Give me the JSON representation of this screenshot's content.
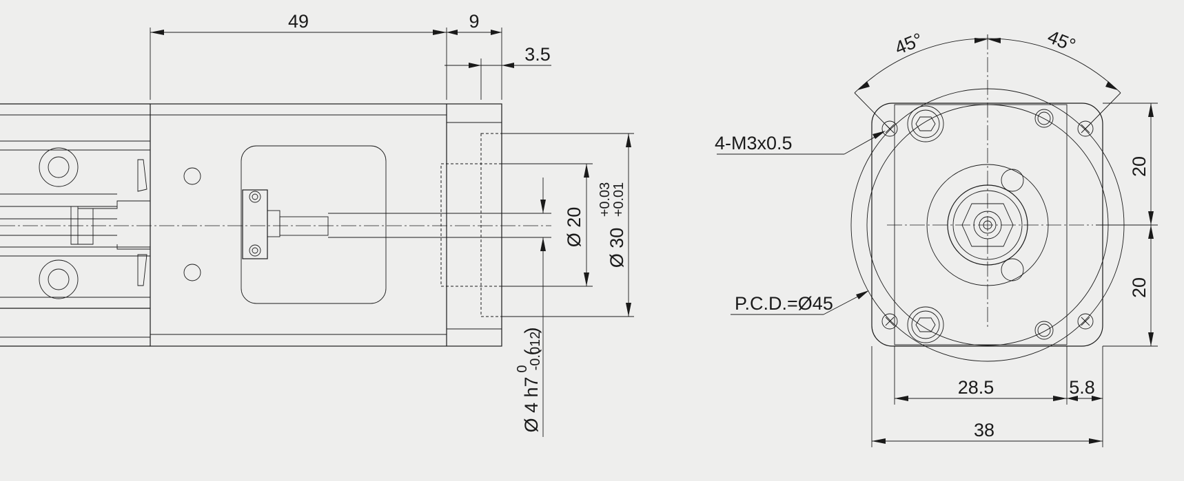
{
  "side_view": {
    "dim_length": "49",
    "dim_flange": "9",
    "dim_pilot": "3.5",
    "pilot_dia": "Ø 20",
    "pilot_tol_upper": "+0.03",
    "pilot_tol_lower": "+0.01",
    "boss_dia": "Ø 30",
    "shaft_dia": "Ø 4 h7",
    "shaft_tol_upper": "0",
    "shaft_tol_lower": "-0.012"
  },
  "front_view": {
    "angle_left": "45°",
    "angle_right": "45°",
    "thread_callout": "4-M3x0.5",
    "pcd_callout": "P.C.D.=Ø45",
    "dim_upper_half": "20",
    "dim_lower_half": "20",
    "dim_hole_spacing": "28.5",
    "dim_edge_offset": "5.8",
    "dim_overall": "38"
  }
}
